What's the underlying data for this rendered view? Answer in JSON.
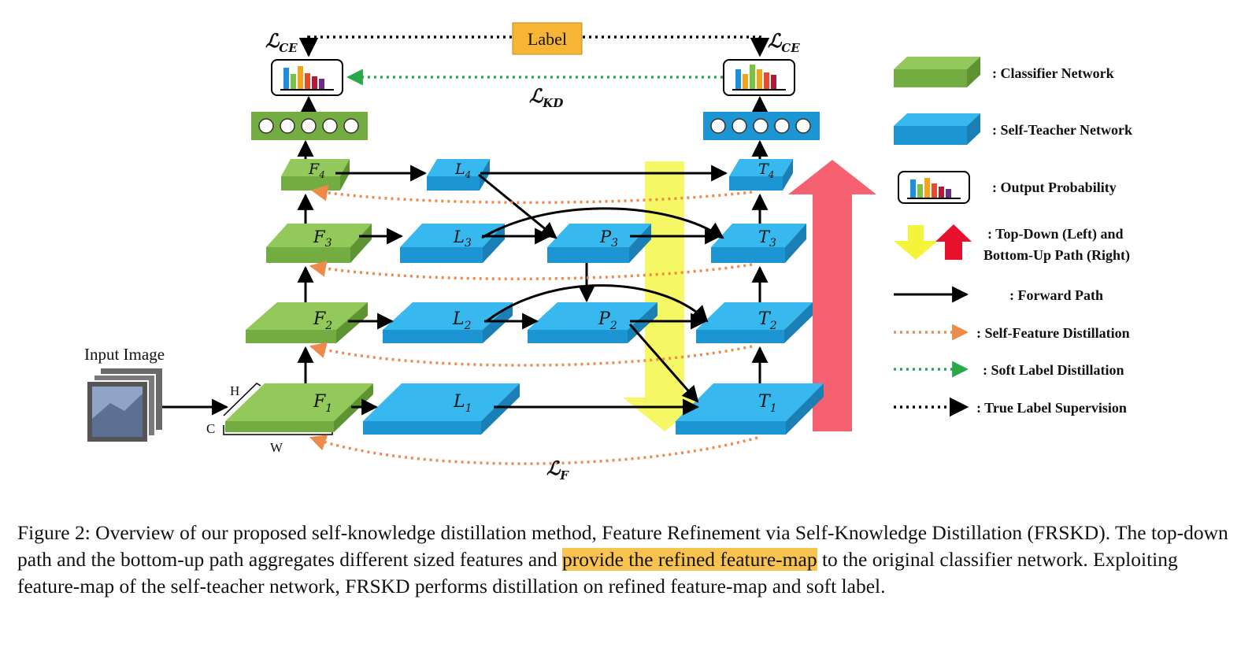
{
  "input_label": "Input Image",
  "dims": {
    "h": "H",
    "c": "C",
    "w": "W"
  },
  "label_box": "Label",
  "losses": {
    "ce_left": "ℒ",
    "ce_left_sub": "CE",
    "ce_right": "ℒ",
    "ce_right_sub": "CE",
    "kd": "ℒ",
    "kd_sub": "KD",
    "f": "ℒ",
    "f_sub": "F"
  },
  "nodes": {
    "F1": {
      "base": "F",
      "sub": "1"
    },
    "F2": {
      "base": "F",
      "sub": "2"
    },
    "F3": {
      "base": "F",
      "sub": "3"
    },
    "F4": {
      "base": "F",
      "sub": "4"
    },
    "L1": {
      "base": "L",
      "sub": "1"
    },
    "L2": {
      "base": "L",
      "sub": "2"
    },
    "L3": {
      "base": "L",
      "sub": "3"
    },
    "L4": {
      "base": "L",
      "sub": "4"
    },
    "P2": {
      "base": "P",
      "sub": "2"
    },
    "P3": {
      "base": "P",
      "sub": "3"
    },
    "T1": {
      "base": "T",
      "sub": "1"
    },
    "T2": {
      "base": "T",
      "sub": "2"
    },
    "T3": {
      "base": "T",
      "sub": "3"
    },
    "T4": {
      "base": "T",
      "sub": "4"
    }
  },
  "legend": {
    "classifier": ":   Classifier Network",
    "self_teacher": ":   Self-Teacher Network",
    "output_prob": ":   Output Probability",
    "path_line1": ":   Top-Down (Left) and",
    "path_line2": "Bottom-Up Path (Right)",
    "forward": ":   Forward Path",
    "self_feature": ":   Self-Feature Distillation",
    "soft_label": ":   Soft Label Distillation",
    "true_label": ":   True Label Supervision"
  },
  "caption": {
    "part1": "Figure 2: Overview of our proposed self-knowledge distillation method, Feature Refinement via Self-Knowledge Distillation (FRSKD). The top-down path and the bottom-up path aggregates different sized features and ",
    "highlight": "provide the refined feature-map",
    "part2": " to the original classifier network. Exploiting feature-map of the self-teacher network, FRSKD performs distillation on refined feature-map and soft label."
  },
  "colors": {
    "green_top": "#92c95a",
    "green_front": "#73ad41",
    "green_side": "#5e9332",
    "blue_top": "#37b8ee",
    "blue_front": "#1d95d2",
    "blue_side": "#1a7fb5",
    "label_fill": "#f7b535",
    "orange_dash": "#ee8a4a",
    "green_dash": "#2aa84a",
    "yellow_arrow": "#f4f53a",
    "red_arrow": "#f43a4e",
    "highlight": "#f8c44f"
  }
}
